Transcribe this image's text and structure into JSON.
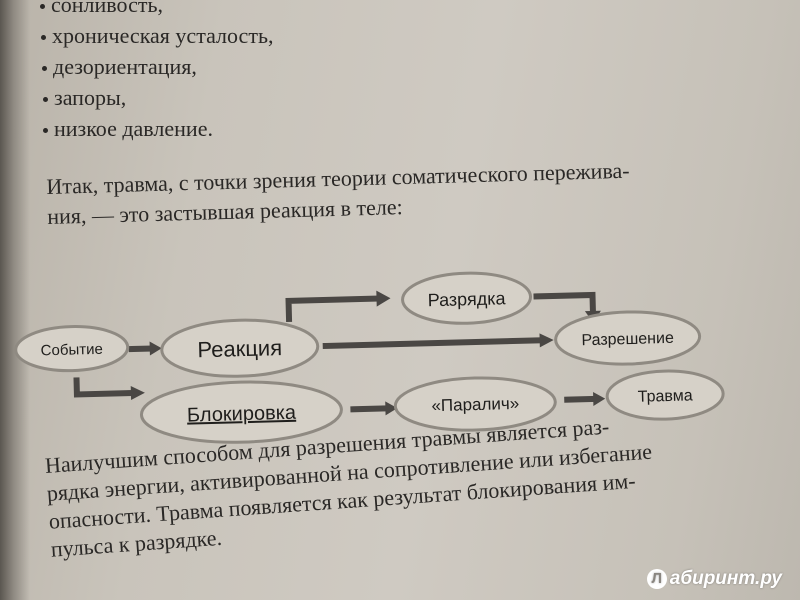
{
  "bullets": [
    "сонливость,",
    "хроническая усталость,",
    "дезориентация,",
    "запоры,",
    "низкое давление."
  ],
  "paragraph1": [
    "Итак, травма, с точки зрения теории соматического пережива-",
    "ния, — это застывшая реакция в теле:"
  ],
  "diagram": {
    "nodes": {
      "event": "Событие",
      "reaction": "Реакция",
      "discharge": "Разрядка",
      "resolution": "Разрешение",
      "blocking": "Блокировка",
      "paralysis": "«Паралич»",
      "trauma": "Травма"
    }
  },
  "paragraph2": [
    "Наилучшим способом для разрешения травмы является раз-",
    "рядка энергии, активированной на сопротивление или избегание",
    "опасности. Травма появляется как результат блокирования им-",
    "пульса к разрядке."
  ],
  "watermark": {
    "logo_letter": "Л",
    "text": "абиринт.ру"
  }
}
